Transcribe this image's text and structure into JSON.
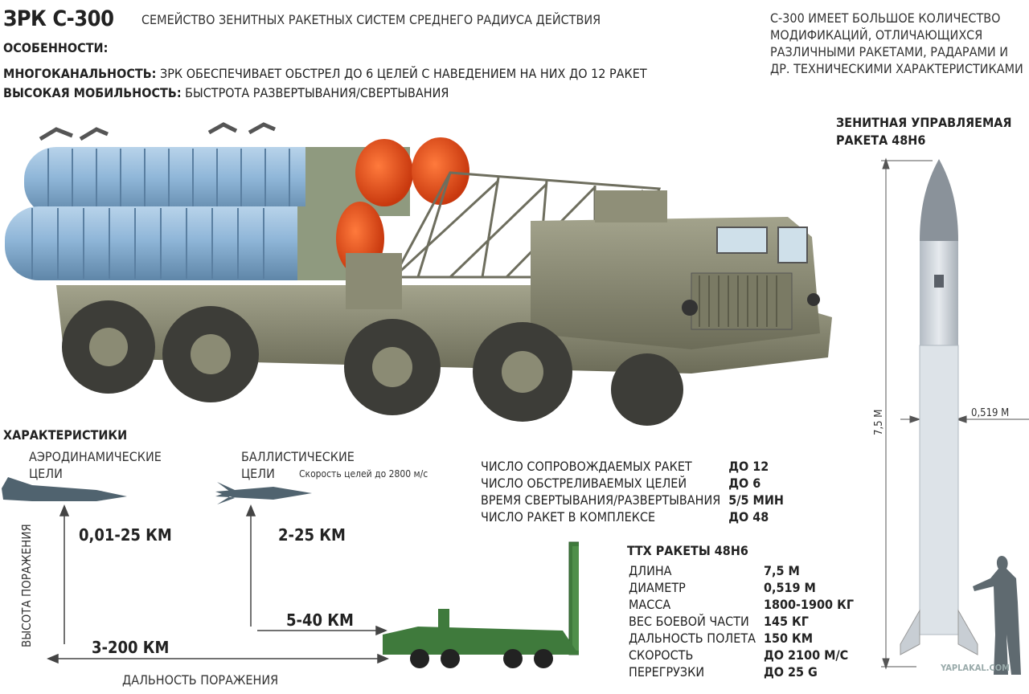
{
  "header": {
    "title": "ЗРК С-300",
    "subtitle": "СЕМЕЙСТВО ЗЕНИТНЫХ РАКЕТНЫХ СИСТЕМ СРЕДНЕГО РАДИУСА ДЕЙСТВИЯ",
    "features_heading": "ОСОБЕННОСТИ:",
    "feature1_label": "МНОГОКАНАЛЬНОСТЬ:",
    "feature1_text": " ЗРК ОБЕСПЕЧИВАЕТ ОБСТРЕЛ ДО 6 ЦЕЛЕЙ С НАВЕДЕНИЕМ НА НИХ ДО 12 РАКЕТ",
    "feature2_label": "ВЫСОКАЯ МОБИЛЬНОСТЬ:",
    "feature2_text": " БЫСТРОТА РАЗВЕРТЫВАНИЯ/СВЕРТЫВАНИЯ"
  },
  "note": "С-300 ИМЕЕТ БОЛЬШОЕ КОЛИЧЕСТВО МОДИФИКАЦИЙ, ОТЛИЧАЮЩИХСЯ РАЗЛИЧНЫМИ РАКЕТАМИ, РАДАРАМИ И ДР. ТЕХНИЧЕСКИМИ ХАРАКТЕРИСТИКАМИ",
  "missile": {
    "heading": "ЗЕНИТНАЯ УПРАВЛЯЕМАЯ РАКЕТА 48Н6",
    "length_label": "7,5 М",
    "diameter_label": "0,519 М"
  },
  "characteristics": {
    "heading": "ХАРАКТЕРИСТИКИ",
    "aero_label_1": "АЭРОДИНАМИЧЕСКИЕ",
    "aero_label_2": "ЦЕЛИ",
    "ballistic_label_1": "БАЛЛИСТИЧЕСКИЕ",
    "ballistic_label_2": "ЦЕЛИ",
    "ballistic_speed": "Скорость целей до 2800 м/с",
    "aero_altitude": "0,01-25 КМ",
    "ballistic_altitude": "2-25 КМ",
    "ballistic_range": "5-40 КМ",
    "aero_range": "3-200 КМ",
    "altitude_axis": "ВЫСОТА ПОРАЖЕНИЯ",
    "range_axis": "ДАЛЬНОСТЬ ПОРАЖЕНИЯ"
  },
  "system_specs": [
    {
      "label": "ЧИСЛО СОПРОВОЖДАЕМЫХ РАКЕТ",
      "value": "ДО 12"
    },
    {
      "label": "ЧИСЛО ОБСТРЕЛИВАЕМЫХ ЦЕЛЕЙ",
      "value": "ДО 6"
    },
    {
      "label": "ВРЕМЯ СВЕРТЫВАНИЯ/РАЗВЕРТЫВАНИЯ",
      "value": "5/5 МИН"
    },
    {
      "label": "ЧИСЛО РАКЕТ В КОМПЛЕКСЕ",
      "value": "ДО 48"
    }
  ],
  "ttx": {
    "heading": "ТТХ РАКЕТЫ 48Н6",
    "rows": [
      {
        "label": "ДЛИНА",
        "value": "7,5 М"
      },
      {
        "label": "ДИАМЕТР",
        "value": "0,519 М"
      },
      {
        "label": "МАССА",
        "value": "1800-1900 КГ"
      },
      {
        "label": "ВЕС БОЕВОЙ ЧАСТИ",
        "value": "145 КГ"
      },
      {
        "label": "ДАЛЬНОСТЬ ПОЛЕТА",
        "value": "150 КМ"
      },
      {
        "label": "СКОРОСТЬ",
        "value": "ДО 2100 М/С"
      },
      {
        "label": "ПЕРЕГРУЗКИ",
        "value": "ДО 25 G"
      }
    ]
  },
  "watermark": "YAPLAKAL.COM",
  "colors": {
    "tube_blue": "#8fb6d8",
    "cap_orange": "#e8501e",
    "truck_olive": "#8a8a72",
    "small_truck_green": "#3f7a3c",
    "missile_grey": "#cfd5db"
  }
}
